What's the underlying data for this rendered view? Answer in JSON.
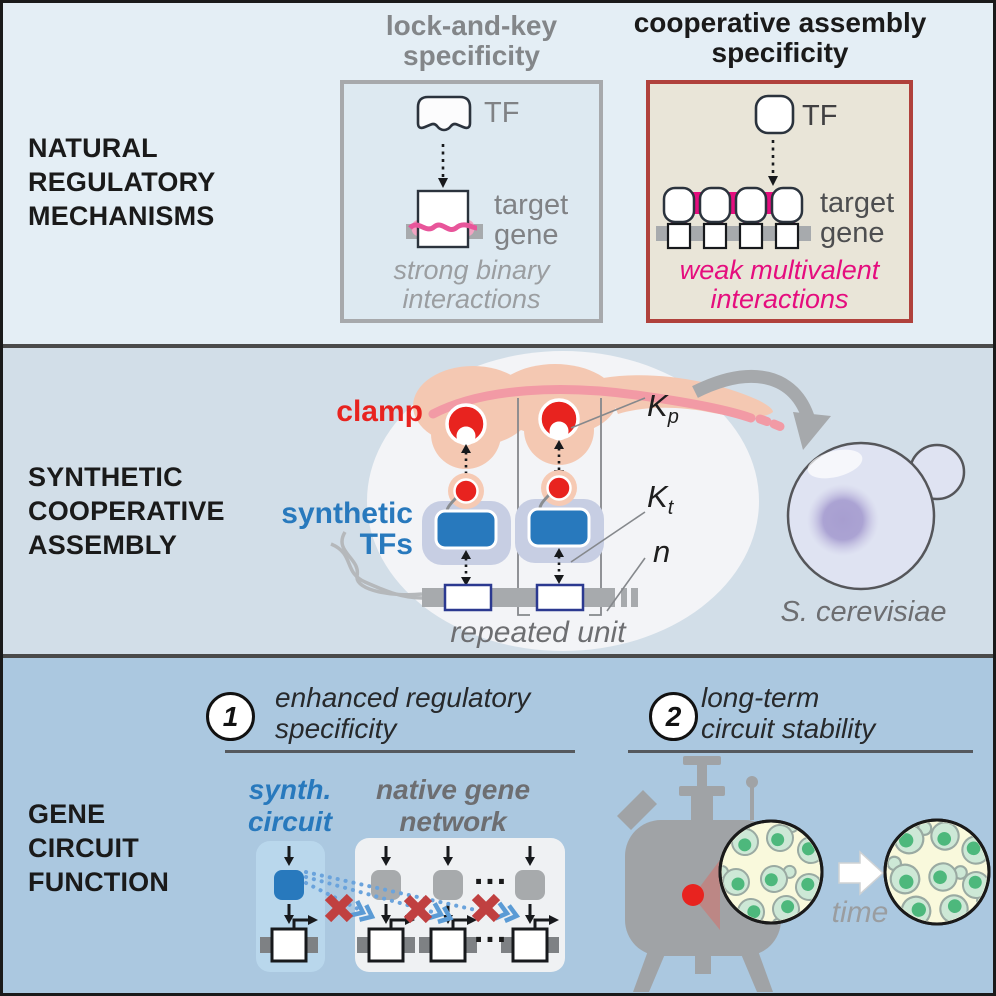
{
  "colors": {
    "accent_red": "#e8231f",
    "magenta": "#e50d7e",
    "blue": "#2879bd",
    "coop_border": "#b0413c",
    "panel_top_bg": "#e4eef5",
    "panel_mid_bg": "#d2dee8",
    "panel_bottom_bg": "#abc8e0"
  },
  "panel_natural": {
    "side_label": "NATURAL\nREGULATORY\nMECHANISMS",
    "lock_box": {
      "title": "lock-and-key\nspecificity",
      "tf_label": "TF",
      "target_label": "target\ngene",
      "caption": "strong binary\ninteractions"
    },
    "coop_box": {
      "title": "cooperative assembly\nspecificity",
      "tf_label": "TF",
      "target_label": "target\ngene",
      "caption": "weak multivalent\ninteractions"
    }
  },
  "panel_synthetic": {
    "side_label": "SYNTHETIC\nCOOPERATIVE\nASSEMBLY",
    "clamp_label": "clamp",
    "tfs_label": "synthetic\nTFs",
    "k_base": "K",
    "kp_sub": "p",
    "kt_sub": "t",
    "n_label": "n",
    "repeated_unit_label": "repeated unit",
    "organism_label": "S. cerevisiae"
  },
  "panel_function": {
    "side_label": "GENE\nCIRCUIT\nFUNCTION",
    "point1_num": "1",
    "point1_title": "enhanced regulatory\nspecificity",
    "point2_num": "2",
    "point2_title": "long-term\ncircuit stability",
    "synth_circuit_label": "synth.\ncircuit",
    "native_network_label": "native gene\nnetwork",
    "ellipsis": "...",
    "time_label": "time"
  }
}
